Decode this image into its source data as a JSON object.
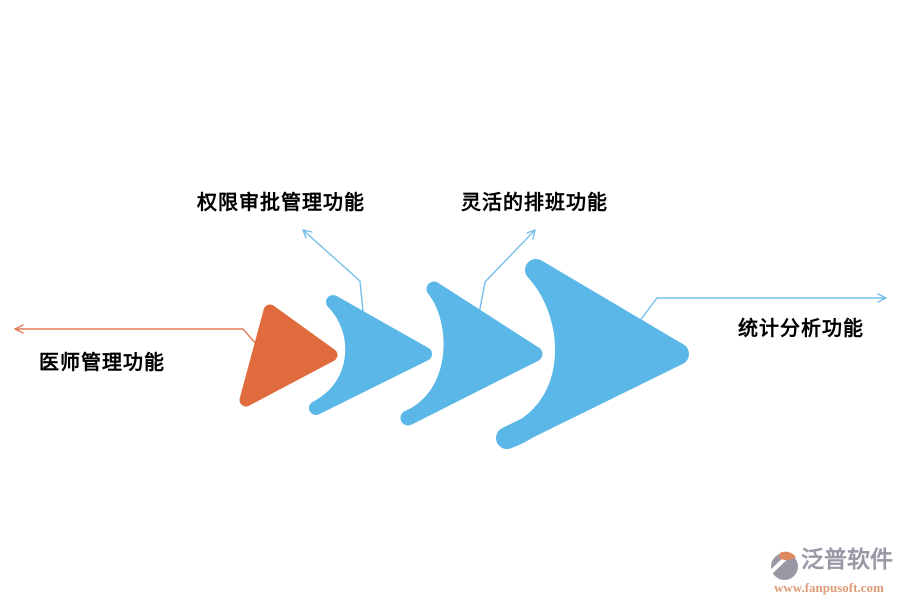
{
  "diagram": {
    "type": "chevron-process",
    "steps": [
      {
        "label": "医师管理功能",
        "shape": "orange-triangle",
        "connector": "left-arrow"
      },
      {
        "label": "权限审批管理功能",
        "shape": "blue-chevron-small",
        "connector": "up-left-arrow"
      },
      {
        "label": "灵活的排班功能",
        "shape": "blue-chevron-medium",
        "connector": "up-right-arrow"
      },
      {
        "label": "统计分析功能",
        "shape": "blue-chevron-large",
        "connector": "right-arrow"
      }
    ]
  },
  "colors": {
    "orange": "#E06B3D",
    "blue": "#5BB7E7",
    "orange_connector": "#E27B57",
    "blue_connector": "#74BEE9",
    "label_text": "#000000",
    "brand_gray": "#9C97A5",
    "brand_url_orange": "#DD9B76",
    "icon_orange": "#DE8A5E"
  },
  "watermark": {
    "brand": "泛普软件",
    "url": "www.fanpusoft.com"
  }
}
